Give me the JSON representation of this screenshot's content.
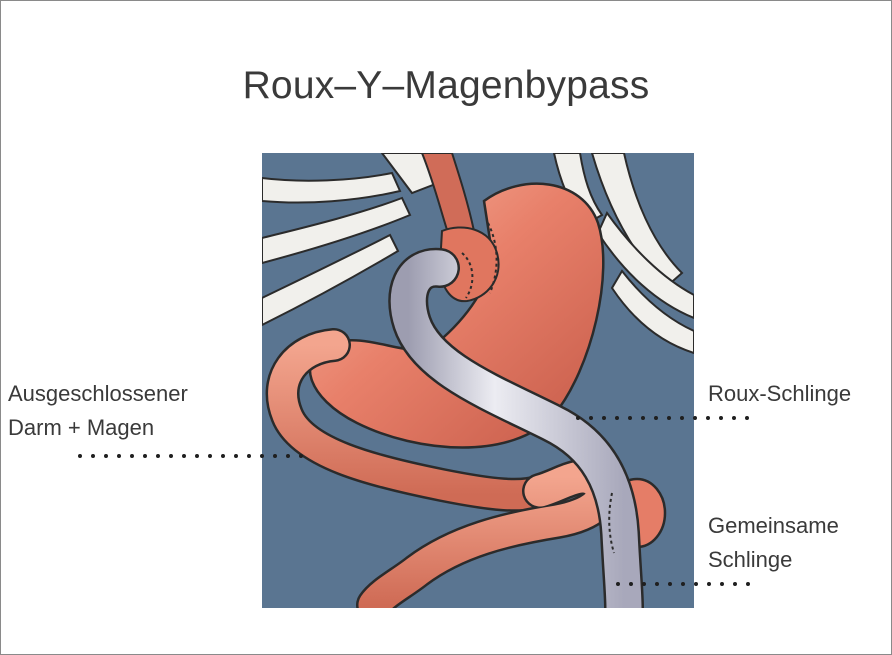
{
  "slide": {
    "title": "Roux–Y–Magenbypass"
  },
  "labels": {
    "excluded_line1": "Ausgeschlossener",
    "excluded_line2": "Darm + Magen",
    "roux": "Roux-Schlinge",
    "common_line1": "Gemeinsame",
    "common_line2": "Schlinge"
  },
  "colors": {
    "background_panel": "#5a7591",
    "stomach": "#e8806a",
    "bone": "#f1f0ec",
    "roux_limb": "#cfcfd8",
    "text": "#3a3a3a"
  }
}
